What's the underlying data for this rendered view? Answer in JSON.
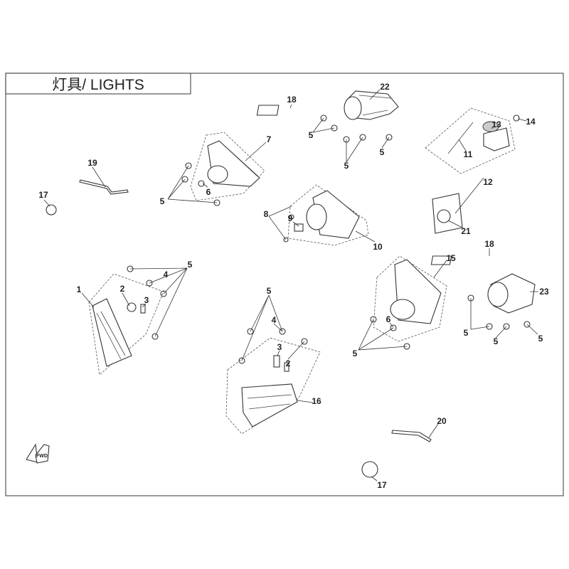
{
  "title": "灯具/ LIGHTS",
  "fwd_icon_text": "FWD",
  "callouts": {
    "c22": "22",
    "c18a": "18",
    "c18b": "18",
    "c5a": "5",
    "c5b": "5",
    "c5c": "5",
    "c5d": "5",
    "c5e": "5",
    "c5f": "5",
    "c5g": "5",
    "c5h": "5",
    "c5i": "5",
    "c5j": "5",
    "c7": "7",
    "c14": "14",
    "c13": "13",
    "c11": "11",
    "c12": "12",
    "c19": "19",
    "c17a": "17",
    "c17b": "17",
    "c6a": "6",
    "c6b": "6",
    "c8": "8",
    "c9": "9",
    "c10": "10",
    "c21": "21",
    "c15": "15",
    "c23": "23",
    "c4a": "4",
    "c4b": "4",
    "c1": "1",
    "c2a": "2",
    "c2b": "2",
    "c3a": "3",
    "c3b": "3",
    "c16": "16",
    "c20": "20"
  }
}
